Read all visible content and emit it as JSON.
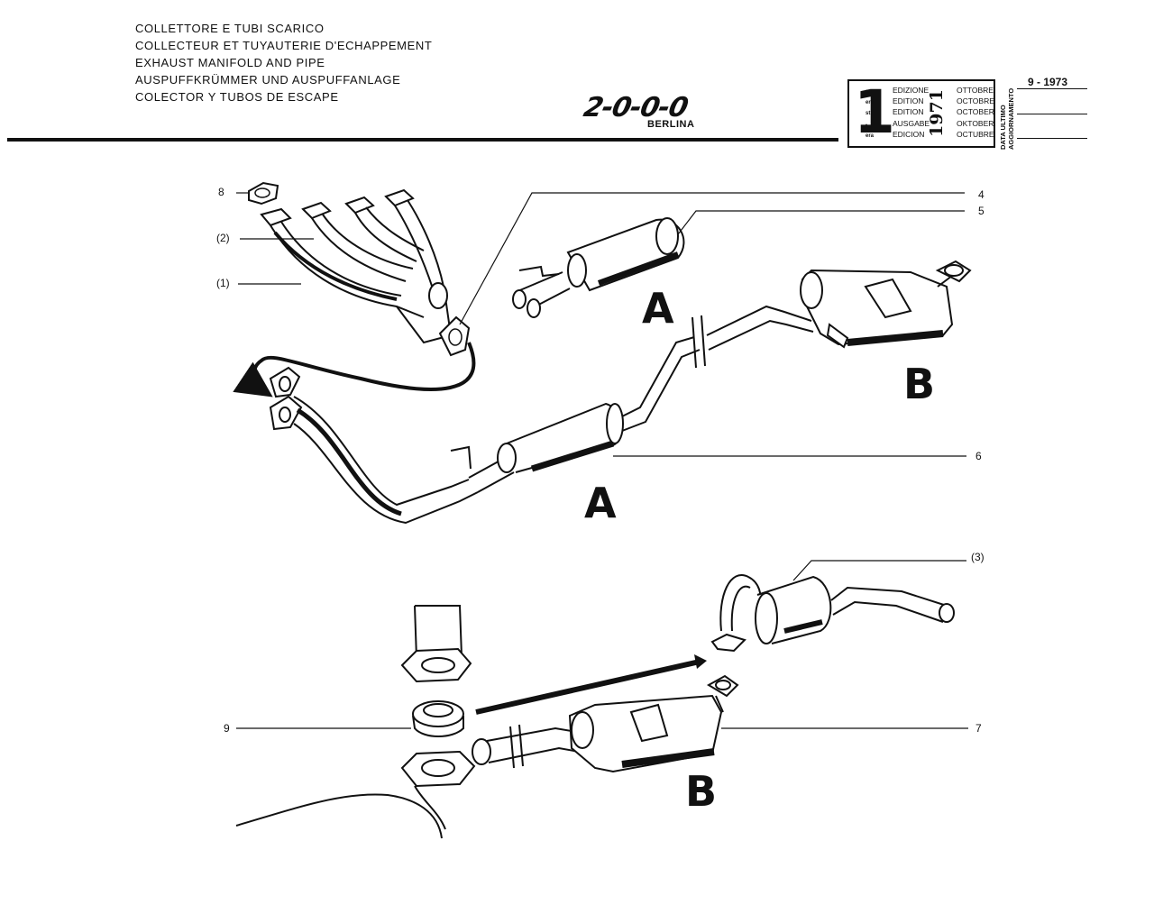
{
  "header": {
    "titles": [
      "COLLETTORE E TUBI SCARICO",
      "COLLECTEUR ET TUYAUTERIE D'ECHAPPEMENT",
      "EXHAUST MANIFOLD AND PIPE",
      "AUSPUFFKRÜMMER UND AUSPUFFANLAGE",
      "COLECTOR Y TUBOS DE ESCAPE"
    ],
    "logo": "2-0-0-0",
    "logo_sub": "BERLINA"
  },
  "edition": {
    "number": "1",
    "superscripts": [
      "a",
      "ere",
      "st",
      "-",
      "era"
    ],
    "labels": [
      "EDIZIONE",
      "EDITION",
      "EDITION",
      "AUSGABE",
      "EDICION"
    ],
    "year": "1971",
    "months": [
      "OTTOBRE",
      "OCTOBRE",
      "OCTOBER",
      "OKTOBER",
      "OCTUBRE"
    ],
    "update_label_1": "DATA ULTIMO",
    "update_label_2": "AGGIORNAMENTO",
    "update_date": "9 - 1973"
  },
  "callouts": {
    "c8": "8",
    "c2": "(2)",
    "c1": "(1)",
    "c4": "4",
    "c5": "5",
    "c6": "6",
    "c3": "(3)",
    "c9": "9",
    "c7": "7"
  },
  "section_labels": {
    "a_top": "A",
    "b_top": "B",
    "a_mid": "A",
    "b_bottom": "B"
  }
}
